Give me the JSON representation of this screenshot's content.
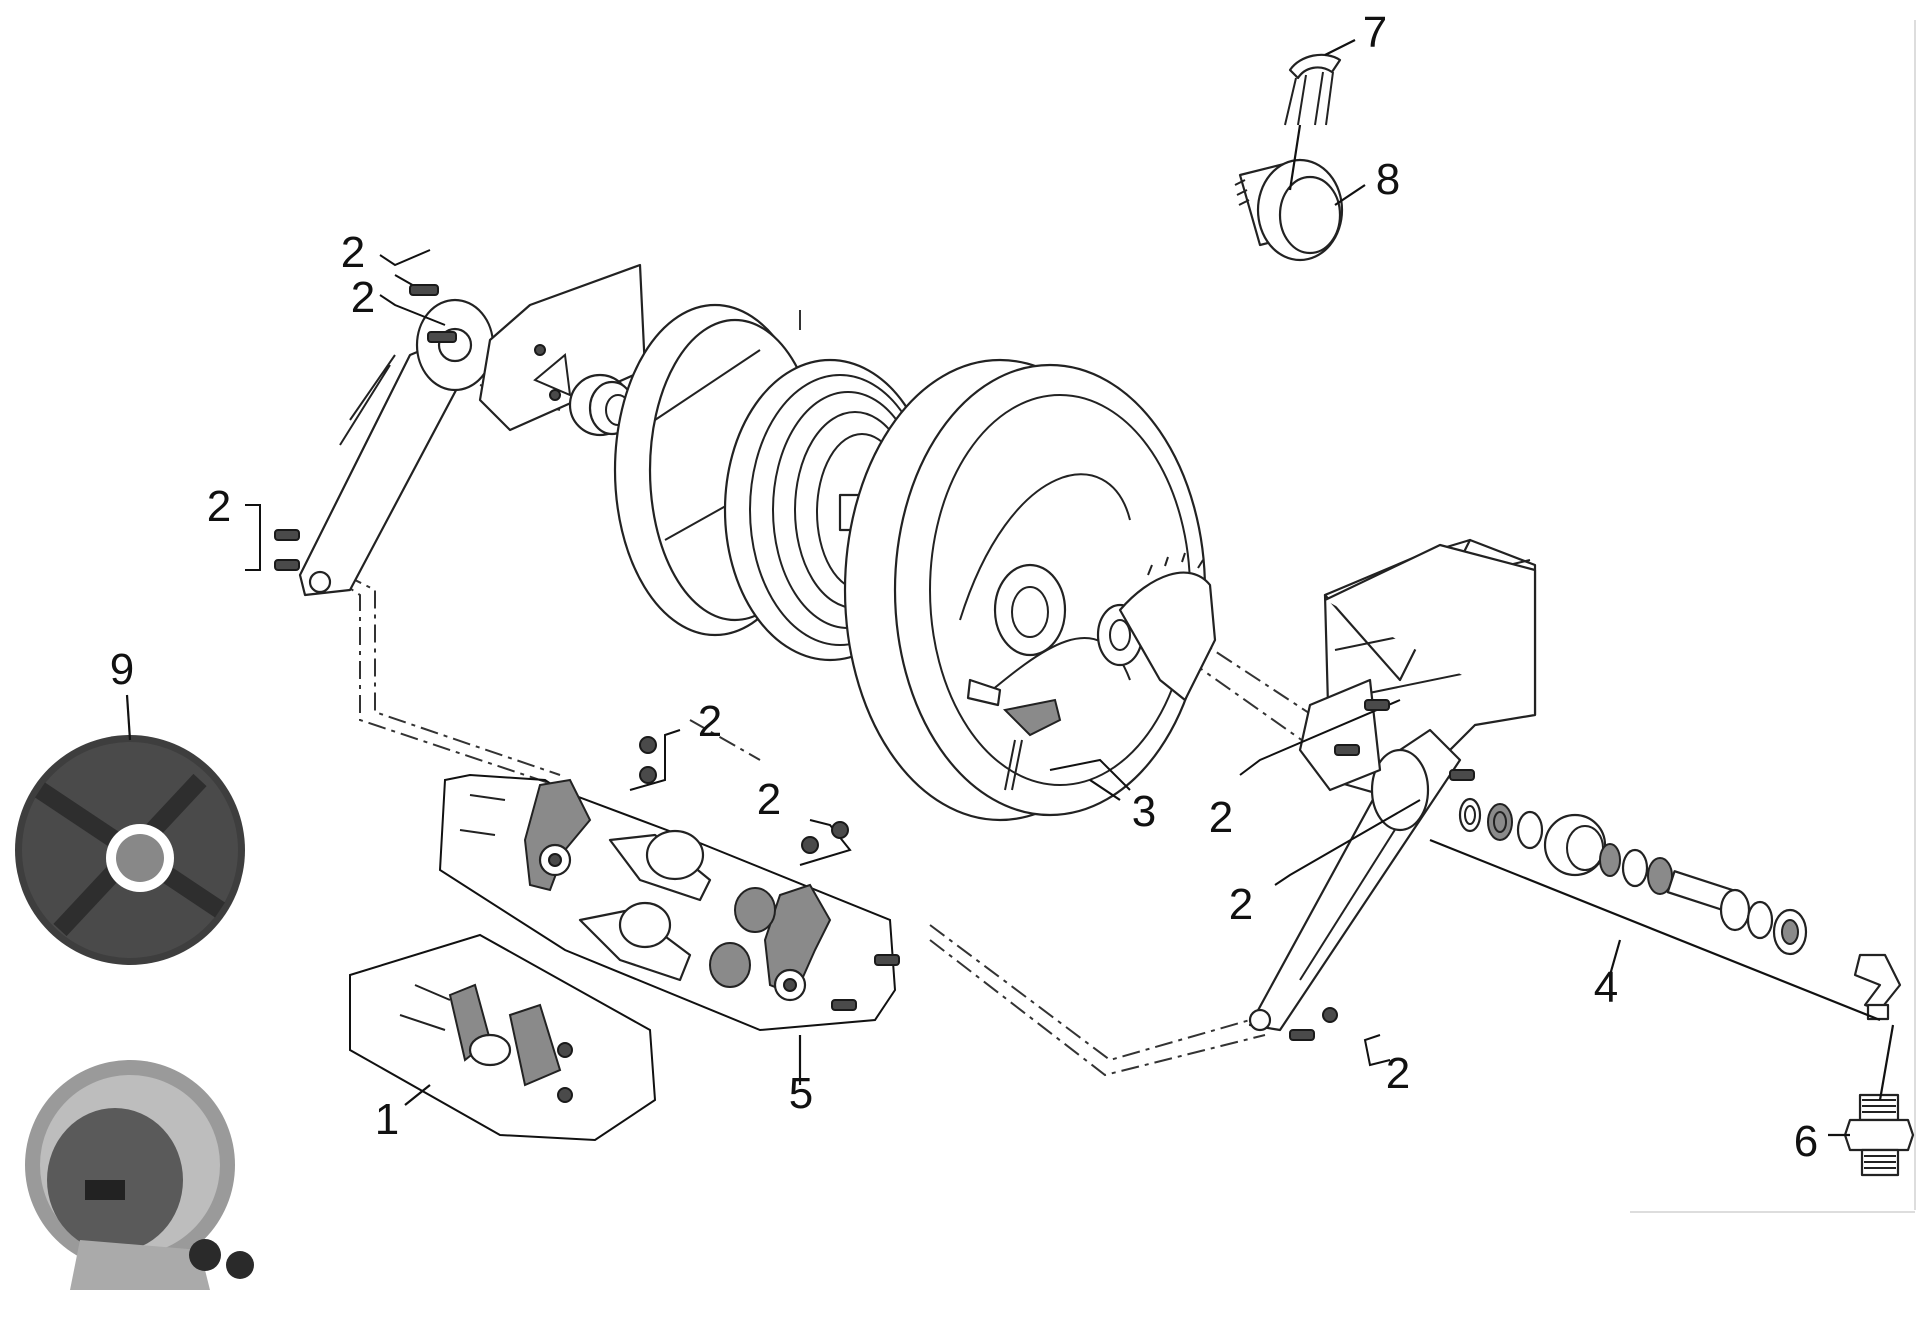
{
  "callouts": {
    "c1": "1",
    "c2_top_a": "2",
    "c2_top_b": "2",
    "c2_left": "2",
    "c2_center_a": "2",
    "c2_center_b": "2",
    "c2_right_a": "2",
    "c2_right_b": "2",
    "c2_bottom_right": "2",
    "c3": "3",
    "c4": "4",
    "c5": "5",
    "c6": "6",
    "c7": "7",
    "c8": "8",
    "c9": "9"
  },
  "colors": {
    "line": "#222222",
    "dark_part": "#4a4a4a",
    "photo_grey": "#8a8a8a"
  }
}
